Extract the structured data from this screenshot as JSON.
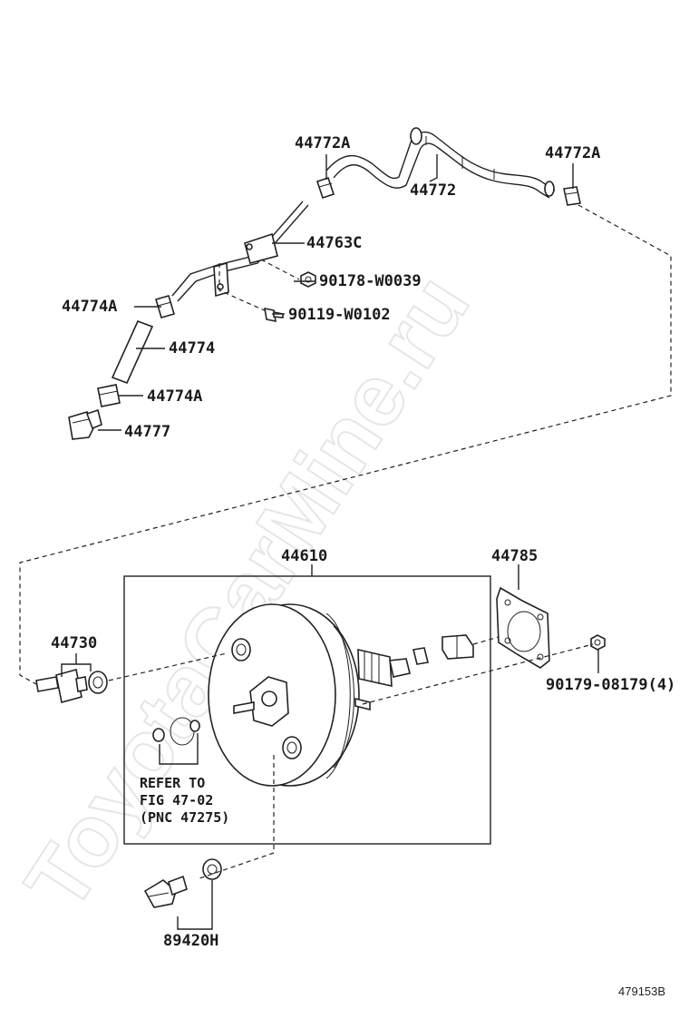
{
  "watermark": "ToyotaCarMine.ru",
  "figure_id": "479153B",
  "labels": {
    "p44772A_1": "44772A",
    "p44772A_2": "44772A",
    "p44772": "44772",
    "p44763C": "44763C",
    "p90178": "90178-W0039",
    "p44774A_1": "44774A",
    "p90119": "90119-W0102",
    "p44774": "44774",
    "p44774A_2": "44774A",
    "p44777": "44777",
    "p44610": "44610",
    "p44785": "44785",
    "p44730": "44730",
    "p90179": "90179-08179(4)",
    "p89420H": "89420H"
  },
  "note": {
    "line1": "REFER TO",
    "line2": "FIG 47-02",
    "line3": "(PNC 47275)"
  }
}
